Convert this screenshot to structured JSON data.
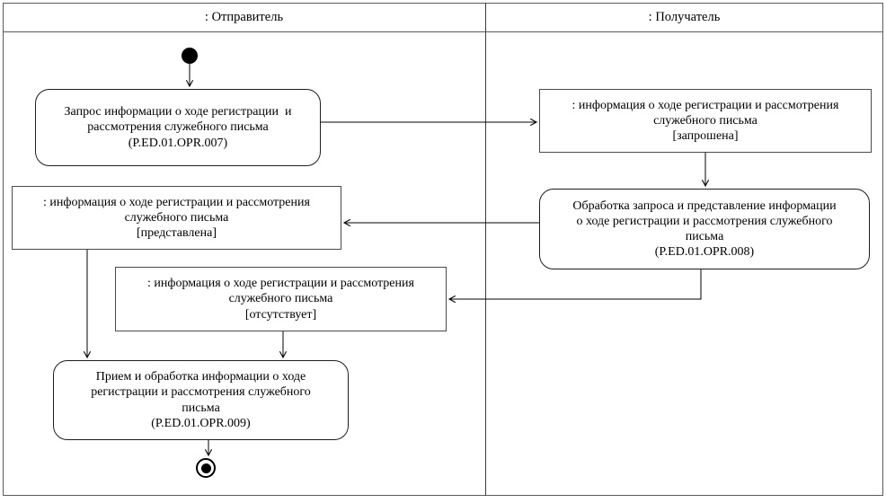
{
  "diagram": {
    "lanes": [
      {
        "title": ": Отправитель"
      },
      {
        "title": ": Получатель"
      }
    ],
    "nodes": {
      "opr007": {
        "lines": [
          "Запрос информации о ходе регистрации  и",
          "рассмотрения служебного письма"
        ],
        "code": "(P.ED.01.OPR.007)"
      },
      "obj_requested": {
        "lines": [
          ": информация о ходе регистрации и рассмотрения",
          "служебного письма"
        ],
        "state": "[запрошена]"
      },
      "opr008": {
        "lines": [
          "Обработка запроса и представление информации",
          "о ходе регистрации и рассмотрения служебного",
          "письма"
        ],
        "code": "(P.ED.01.OPR.008)"
      },
      "obj_provided": {
        "lines": [
          ": информация о ходе регистрации и рассмотрения",
          "служебного письма"
        ],
        "state": "[представлена]"
      },
      "obj_absent": {
        "lines": [
          ": информация о ходе регистрации и рассмотрения",
          "служебного письма"
        ],
        "state": "[отсутствует]"
      },
      "opr009": {
        "lines": [
          "Прием и обработка информации о ходе",
          "регистрации и рассмотрения служебного",
          "письма"
        ],
        "code": "(P.ED.01.OPR.009)"
      }
    },
    "colors": {
      "line": "#000000",
      "background": "#ffffff"
    }
  }
}
